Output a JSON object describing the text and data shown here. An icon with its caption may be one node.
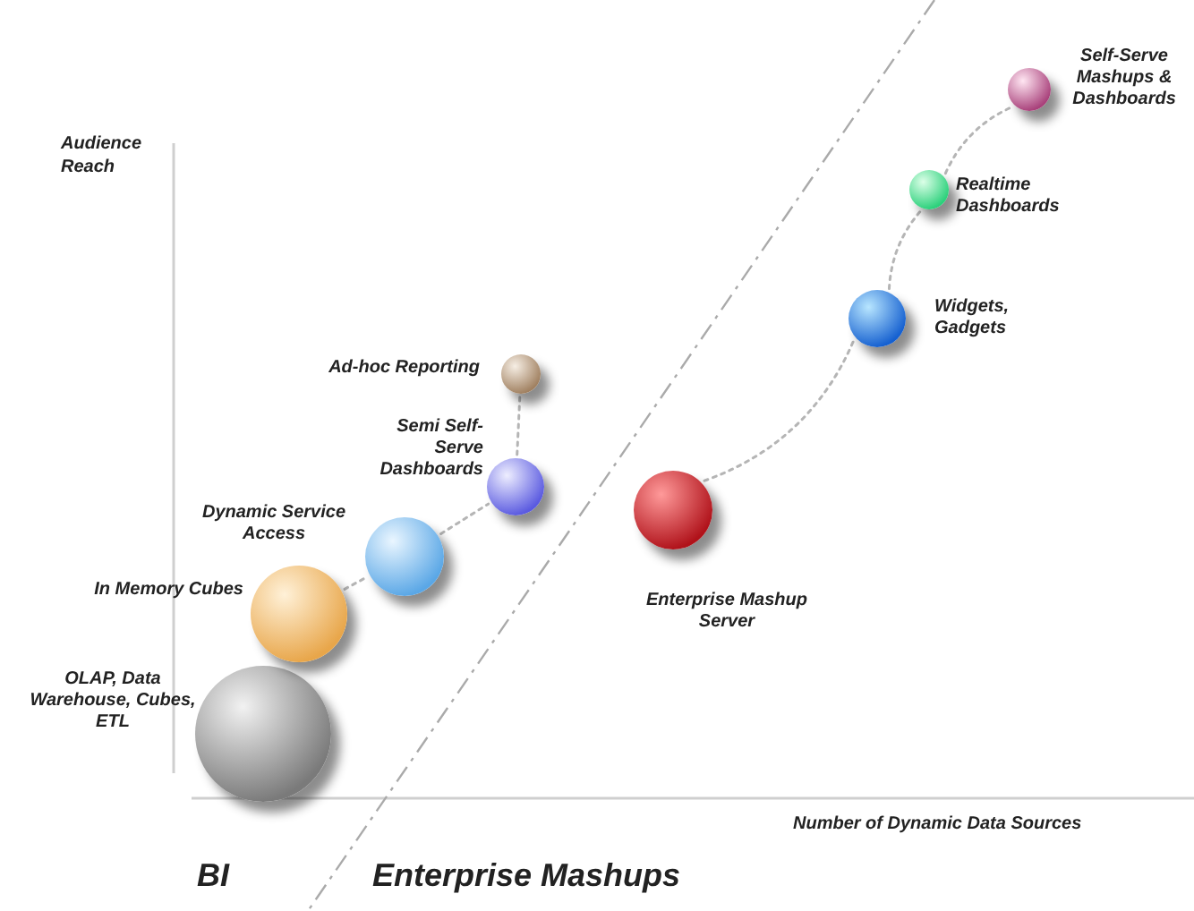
{
  "diagram": {
    "nodes": [
      {
        "text": [],
        "shape": "circle",
        "beside": [
          "OLAP, Data Warehouse, Cubes, ETL"
        ]
      },
      {
        "text": [],
        "shape": "circle",
        "beside": [
          "In Memory Cubes"
        ]
      },
      {
        "text": [],
        "shape": "circle",
        "beside": [
          "Dynamic Service Access"
        ]
      },
      {
        "text": [],
        "shape": "circle",
        "beside": [
          "Semi Self-Serve Dashboards"
        ]
      },
      {
        "text": [],
        "shape": "circle",
        "beside": [
          "Ad-hoc Reporting"
        ]
      },
      {
        "text": [],
        "shape": "circle",
        "beside": [
          "Enterprise Mashup Server"
        ]
      },
      {
        "text": [],
        "shape": "circle",
        "beside": [
          "Widgets, Gadgets"
        ]
      },
      {
        "text": [],
        "shape": "circle",
        "beside": [
          "Realtime Dashboards"
        ]
      },
      {
        "text": [],
        "shape": "circle",
        "beside": [
          "Self-Serve Mashups & Dashboards"
        ]
      }
    ],
    "edges": [
      {
        "from": 1,
        "to": 2,
        "arrow": "none",
        "style": "dashed"
      },
      {
        "from": 2,
        "to": 3,
        "arrow": "none",
        "style": "dashed"
      },
      {
        "from": 3,
        "to": 4,
        "arrow": "none",
        "style": "dashed"
      },
      {
        "from": 5,
        "to": 6,
        "arrow": "none",
        "style": "dashed"
      },
      {
        "from": 6,
        "to": 7,
        "arrow": "none",
        "style": "dashed"
      },
      {
        "from": 7,
        "to": 8,
        "arrow": "none",
        "style": "dashed"
      }
    ],
    "labels": [
      "Audience Reach",
      "Number of Dynamic Data Sources",
      "BI",
      "Enterprise Mashups"
    ]
  }
}
